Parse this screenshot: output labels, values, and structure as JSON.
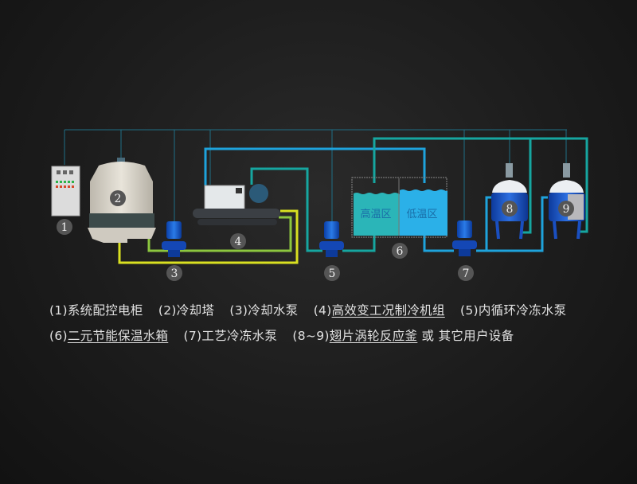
{
  "diagram": {
    "badges": [
      "1",
      "2",
      "3",
      "4",
      "5",
      "6",
      "7",
      "8",
      "9"
    ],
    "tank_zones": {
      "high": "高温区",
      "low": "低温区"
    },
    "colors": {
      "signal": "#1f6f86",
      "cold_blue": "#1ea3dc",
      "teal": "#16a6a0",
      "yellow": "#d9e021",
      "green": "#8cc63f"
    }
  },
  "legend": {
    "line1": [
      {
        "num": "(1)",
        "text": "系统配控电柜"
      },
      {
        "num": "(2)",
        "text": "冷却塔"
      },
      {
        "num": "(3)",
        "text": "冷却水泵"
      },
      {
        "num": "(4)",
        "text": "高效变工况制冷机组"
      },
      {
        "num": "(5)",
        "text": "内循环冷冻水泵"
      }
    ],
    "line2": [
      {
        "num": "(6)",
        "text": "二元节能保温水箱"
      },
      {
        "num": "(7)",
        "text": "工艺冷冻水泵"
      },
      {
        "num": "(8~9)",
        "text": "翅片涡轮反应釜",
        "suffix": " 或 其它用户设备"
      }
    ]
  }
}
